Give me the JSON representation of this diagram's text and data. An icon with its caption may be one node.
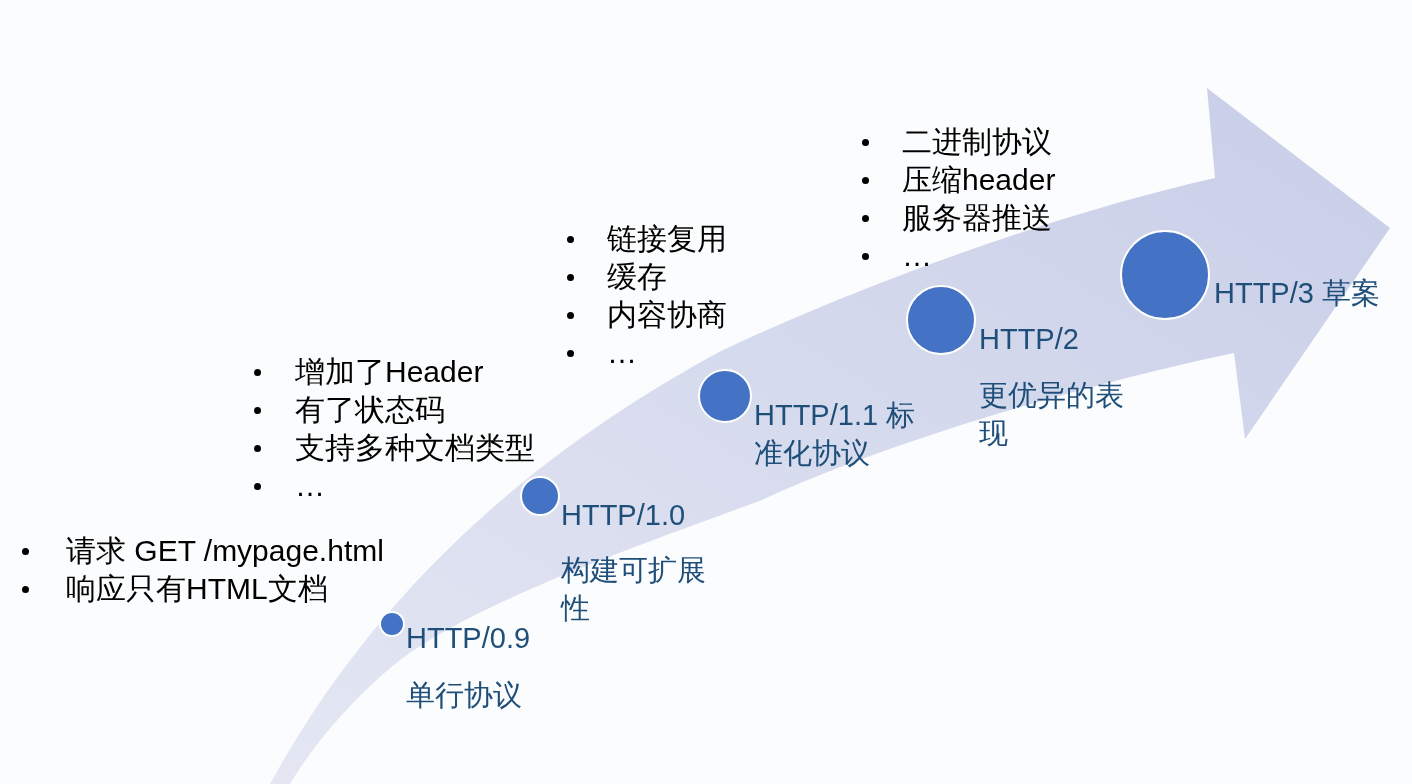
{
  "diagram": {
    "nodes": [
      {
        "text": [],
        "shape": "circle",
        "beside": [
          "HTTP/0.9",
          "单行协议",
          "请求 GET /mypage.html",
          "响应只有HTML文档"
        ]
      },
      {
        "text": [],
        "shape": "circle",
        "beside": [
          "HTTP/1.0",
          "构建可扩展性",
          "增加了Header",
          "有了状态码",
          "支持多种文档类型",
          "…"
        ]
      },
      {
        "text": [],
        "shape": "circle",
        "beside": [
          "HTTP/1.1 标准化协议",
          "链接复用",
          "缓存",
          "内容协商",
          "…"
        ]
      },
      {
        "text": [],
        "shape": "circle",
        "beside": [
          "HTTP/2",
          "更优异的表现",
          "二进制协议",
          "压缩header",
          "服务器推送",
          "…"
        ]
      },
      {
        "text": [],
        "shape": "circle",
        "beside": [
          "HTTP/3 草案"
        ]
      }
    ]
  }
}
